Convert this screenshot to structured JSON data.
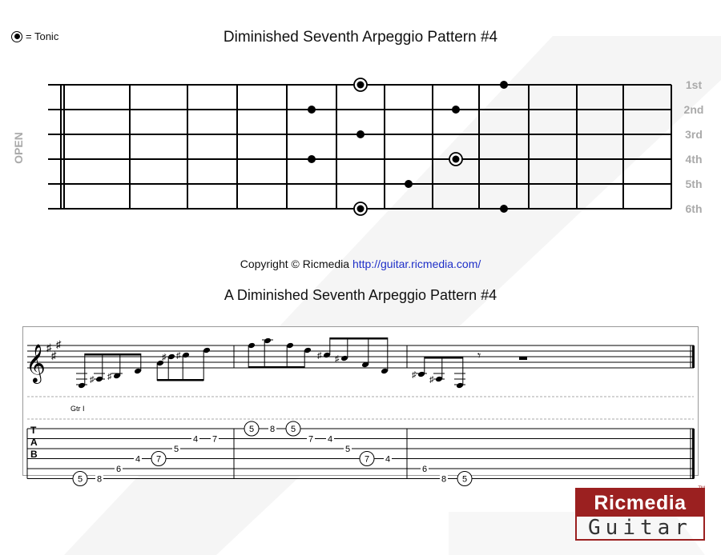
{
  "legend": {
    "label": "= Tonic"
  },
  "title": "Diminished Seventh Arpeggio Pattern #4",
  "open_label": "OPEN",
  "string_labels": [
    "1st",
    "2nd",
    "3rd",
    "4th",
    "5th",
    "6th"
  ],
  "fretboard": {
    "dots": [
      {
        "string": 1,
        "fret": 6,
        "tonic": true
      },
      {
        "string": 1,
        "fret": 9,
        "tonic": false
      },
      {
        "string": 2,
        "fret": 5,
        "tonic": false
      },
      {
        "string": 2,
        "fret": 8,
        "tonic": false
      },
      {
        "string": 3,
        "fret": 6,
        "tonic": false
      },
      {
        "string": 4,
        "fret": 5,
        "tonic": false
      },
      {
        "string": 4,
        "fret": 8,
        "tonic": true
      },
      {
        "string": 5,
        "fret": 7,
        "tonic": false
      },
      {
        "string": 6,
        "fret": 6,
        "tonic": true
      },
      {
        "string": 6,
        "fret": 9,
        "tonic": false
      }
    ]
  },
  "copyright": {
    "text": "Copyright © Ricmedia",
    "link": "http://guitar.ricmedia.com/"
  },
  "title2": "A Diminished Seventh Arpeggio Pattern #4",
  "notation": {
    "track_label": "Gtr I",
    "tab_letters": [
      "T",
      "A",
      "B"
    ],
    "tab_numbers": [
      {
        "string": 6,
        "fret": "5",
        "circled": true
      },
      {
        "string": 6,
        "fret": "8",
        "circled": false
      },
      {
        "string": 5,
        "fret": "6",
        "circled": false
      },
      {
        "string": 4,
        "fret": "4",
        "circled": false
      },
      {
        "string": 4,
        "fret": "7",
        "circled": true
      },
      {
        "string": 3,
        "fret": "5",
        "circled": false
      },
      {
        "string": 2,
        "fret": "4",
        "circled": false
      },
      {
        "string": 2,
        "fret": "7",
        "circled": false
      },
      {
        "string": 1,
        "fret": "5",
        "circled": true
      },
      {
        "string": 1,
        "fret": "8",
        "circled": false
      },
      {
        "string": 1,
        "fret": "5",
        "circled": true
      },
      {
        "string": 2,
        "fret": "7",
        "circled": false
      },
      {
        "string": 2,
        "fret": "4",
        "circled": false
      },
      {
        "string": 3,
        "fret": "5",
        "circled": false
      },
      {
        "string": 4,
        "fret": "7",
        "circled": true
      },
      {
        "string": 4,
        "fret": "4",
        "circled": false
      },
      {
        "string": 5,
        "fret": "6",
        "circled": false
      },
      {
        "string": 6,
        "fret": "8",
        "circled": false
      },
      {
        "string": 6,
        "fret": "5",
        "circled": true
      }
    ]
  },
  "logo": {
    "top": "Ricmedia",
    "bottom": "Guitar",
    "tm": "TM"
  },
  "colors": {
    "logo_red": "#9b2020",
    "link_blue": "#1e2fc8",
    "label_gray": "#aaaaaa",
    "watermark": "#eeeeee"
  }
}
